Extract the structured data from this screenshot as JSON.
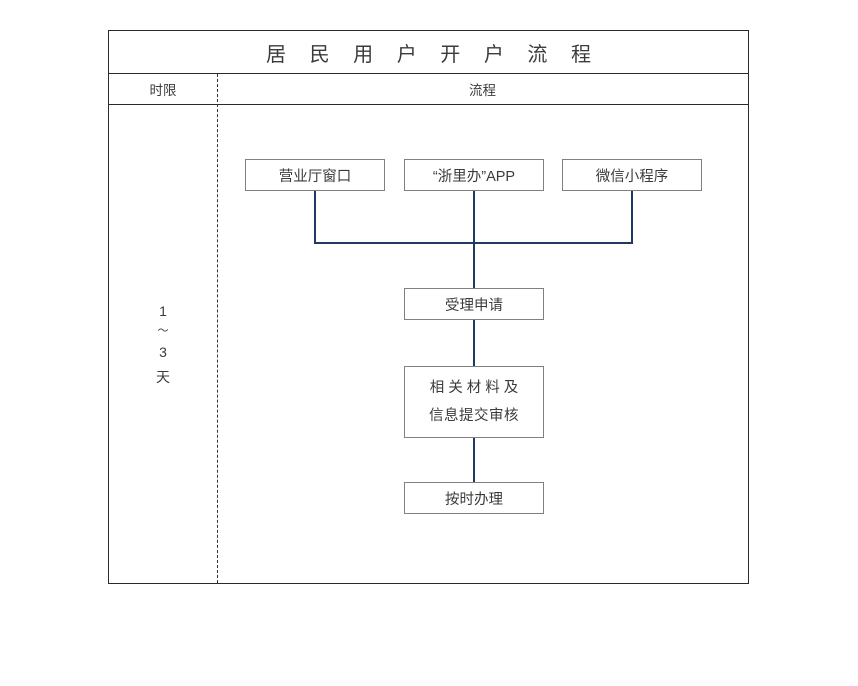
{
  "document": {
    "title": "居 民 用 户 开 户 流 程",
    "columns": {
      "duration_header": "时限",
      "flow_header": "流程"
    },
    "duration": {
      "value_min": "1",
      "range_mark": "〜",
      "value_max": "3",
      "unit": "天"
    }
  },
  "flow": {
    "entry_nodes": [
      {
        "label": "营业厅窗口"
      },
      {
        "label": "“浙里办”APP"
      },
      {
        "label": "微信小程序"
      }
    ],
    "steps": [
      {
        "label": "受理申请"
      },
      {
        "line1": "相关材料及",
        "line2": "信息提交审核"
      },
      {
        "label": "按时办理"
      }
    ]
  },
  "colors": {
    "frame": "#2b2b2b",
    "node_border": "#808080",
    "connector": "#1f3864",
    "text": "#3b3b3b",
    "background": "#ffffff"
  }
}
